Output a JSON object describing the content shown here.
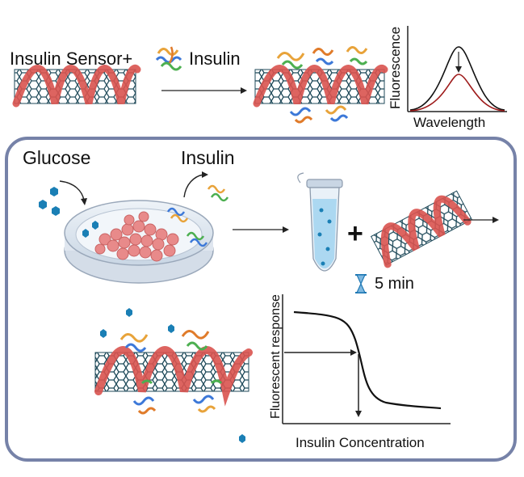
{
  "top": {
    "sensor_label": "Insulin Sensor+",
    "insulin_label": "Insulin",
    "spectrum": {
      "ylabel": "Fluorescence",
      "xlabel": "Wavelength"
    }
  },
  "assay": {
    "glucose_label": "Glucose",
    "insulin_label": "Insulin",
    "plus_sign": "+",
    "time_label": "5 min",
    "hourglass_color": "#1f78b4"
  },
  "response_curve": {
    "ylabel": "Fluorescent response",
    "xlabel": "Insulin Concentration"
  },
  "colors": {
    "nanotube": "#1f4a5a",
    "helix": "#d9534f",
    "panel_border": "#7682a8",
    "glucose": "#1a7fb5",
    "cells": "#e88a8a",
    "tube_liquid": "#a9d6f0"
  }
}
